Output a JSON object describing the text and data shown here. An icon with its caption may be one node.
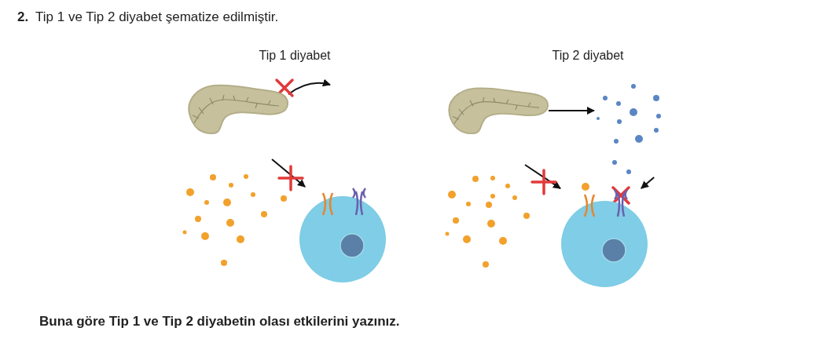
{
  "diagram": {
    "nodes": [
      {
        "text": [],
        "shape": "picture"
      },
      {
        "text": [],
        "shape": "picture"
      },
      {
        "text": [],
        "shape": "picture"
      },
      {
        "text": [],
        "shape": "picture"
      },
      {
        "text": [],
        "shape": "picture"
      }
    ],
    "edges": [
      {
        "from": 0,
        "to": null,
        "arrow": "to"
      },
      {
        "from": null,
        "to": 1,
        "arrow": "to"
      },
      {
        "from": 2,
        "to": 4,
        "arrow": "to"
      },
      {
        "from": null,
        "to": 3,
        "arrow": "to"
      },
      {
        "from": 4,
        "to": 3,
        "arrow": "to"
      }
    ],
    "labels": [
      "2.",
      "Tip 1 ve Tip 2 diyabet şematize edilmiştir.",
      "Tip 1 diyabet",
      "Tip 2 diyabet",
      "Buna göre Tip 1 ve Tip 2 diyabetin olası etkilerini yazınız."
    ]
  }
}
